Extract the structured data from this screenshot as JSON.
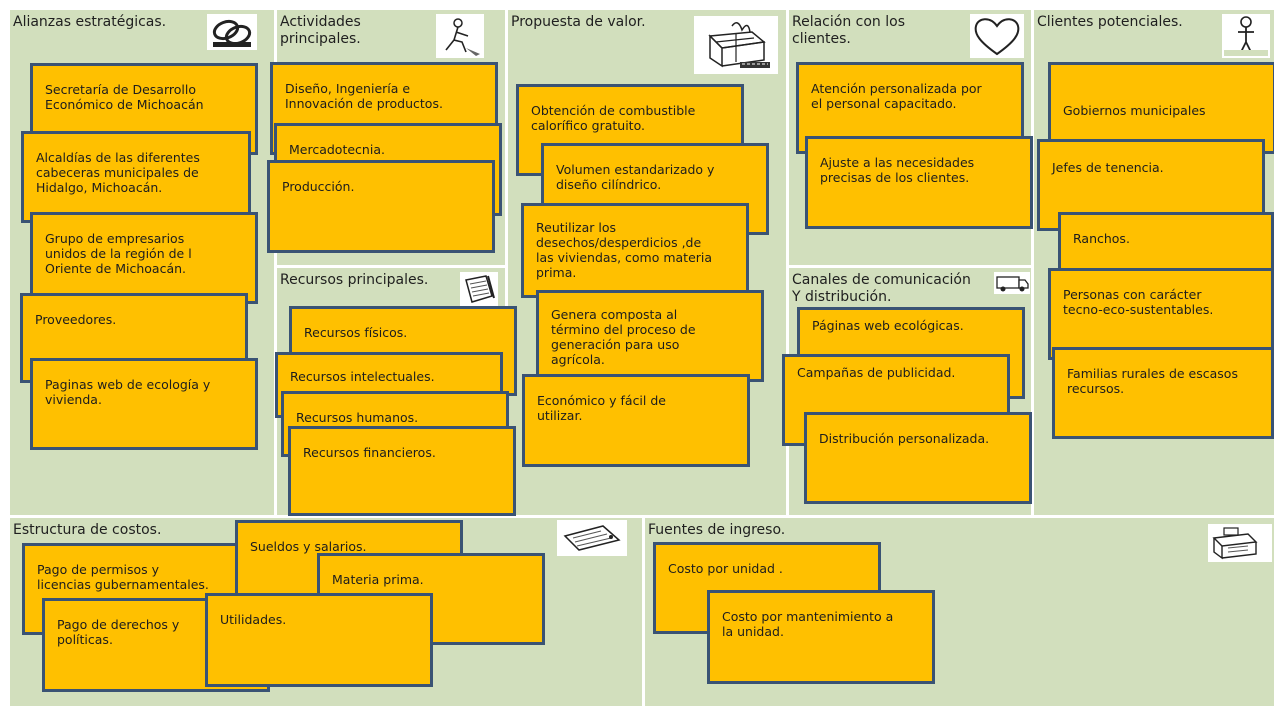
{
  "sections": {
    "alianzas": "Alianzas estratégicas.",
    "actividades": "Actividades\n principales.",
    "recursos": "Recursos principales.",
    "propuesta": "Propuesta de valor.",
    "relacion": "Relación con los\nclientes.",
    "canales": "Canales de comunicación\nY distribución.",
    "clientes": "Clientes potenciales.",
    "costos": "Estructura de costos.",
    "ingresos": "Fuentes de ingreso."
  },
  "notes": {
    "alianzas": [
      "Secretaría de Desarrollo\nEconómico de Michoacán",
      "Alcaldías de las diferentes\ncabeceras municipales de\nHidalgo, Michoacán.",
      "Grupo de empresarios\nunidos de la región de l\nOriente de Michoacán.",
      "Proveedores.",
      "Paginas web de ecología y\nvivienda."
    ],
    "actividades": [
      "Diseño, Ingeniería e\nInnovación de  productos.",
      "Mercadotecnia.",
      "Producción."
    ],
    "recursos": [
      "Recursos físicos.",
      "Recursos intelectuales.",
      "Recursos humanos.",
      "Recursos financieros."
    ],
    "propuesta": [
      "Obtención de combustible\ncalorífico gratuito.",
      "Volumen estandarizado y\ndiseño cilíndrico.",
      "Reutilizar los\ndesechos/desperdicios ,de\nlas viviendas, como materia\nprima.",
      "Genera  composta al\ntérmino del proceso de\ngeneración para uso\nagrícola.",
      "Económico y fácil de\nutilizar."
    ],
    "relacion": [
      "Atención personalizada por\nel personal capacitado.",
      "Ajuste a las necesidades\nprecisas  de los clientes."
    ],
    "canales": [
      "Páginas web ecológicas.",
      "Campañas de publicidad.",
      "Distribución personalizada."
    ],
    "clientes": [
      "Gobiernos municipales",
      "Jefes de tenencia.",
      "Ranchos.",
      "Personas  con carácter\ntecno-eco-sustentables.",
      "Familias rurales de escasos\nrecursos."
    ],
    "costos": [
      "Pago de permisos y\nlicencias gubernamentales.",
      "Pago de derechos y\npolíticas.",
      "Utilidades.",
      "Sueldos y salarios.",
      "Materia prima."
    ],
    "ingresos": [
      "Costo por unidad .",
      "Costo por mantenimiento  a\nla unidad."
    ]
  },
  "icons": {
    "alianzas": "chain-link-icon",
    "actividades": "worker-icon",
    "recursos": "notepad-icon",
    "propuesta": "gift-box-icon",
    "relacion": "heart-icon",
    "canales": "truck-icon",
    "clientes": "person-icon",
    "costos": "price-tag-icon",
    "ingresos": "cash-register-icon"
  },
  "colors": {
    "panel": "#d2dfbd",
    "note_fill": "#ffc000",
    "note_border": "#3a5374"
  }
}
